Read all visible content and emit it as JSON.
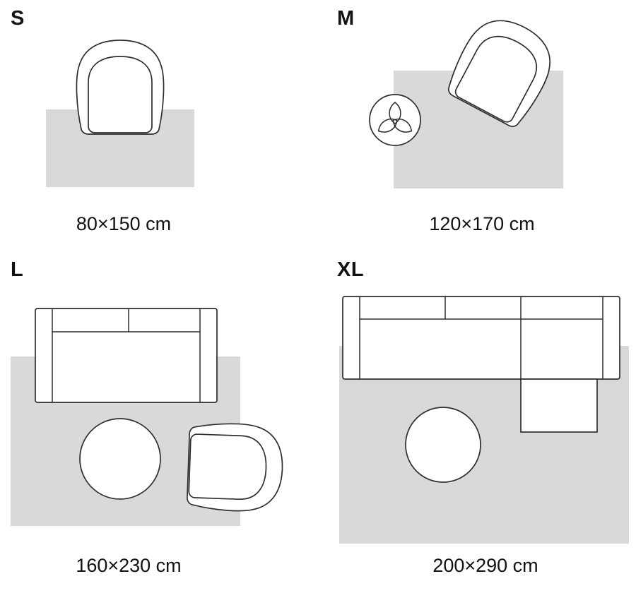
{
  "colors": {
    "rug": "#d9d9d9",
    "outline": "#2e2e2e",
    "text": "#121212"
  },
  "sizes": [
    {
      "label": "S",
      "dimensions": "80×150 cm",
      "furniture": [
        "armchair-icon",
        "rug-shape"
      ]
    },
    {
      "label": "M",
      "dimensions": "120×170 cm",
      "furniture": [
        "armchair-icon",
        "plant-icon",
        "rug-shape"
      ]
    },
    {
      "label": "L",
      "dimensions": "160×230 cm",
      "furniture": [
        "sofa-icon",
        "coffee-table-icon",
        "armchair-icon",
        "rug-shape"
      ]
    },
    {
      "label": "XL",
      "dimensions": "200×290 cm",
      "furniture": [
        "corner-sofa-icon",
        "coffee-table-icon",
        "rug-shape"
      ]
    }
  ]
}
